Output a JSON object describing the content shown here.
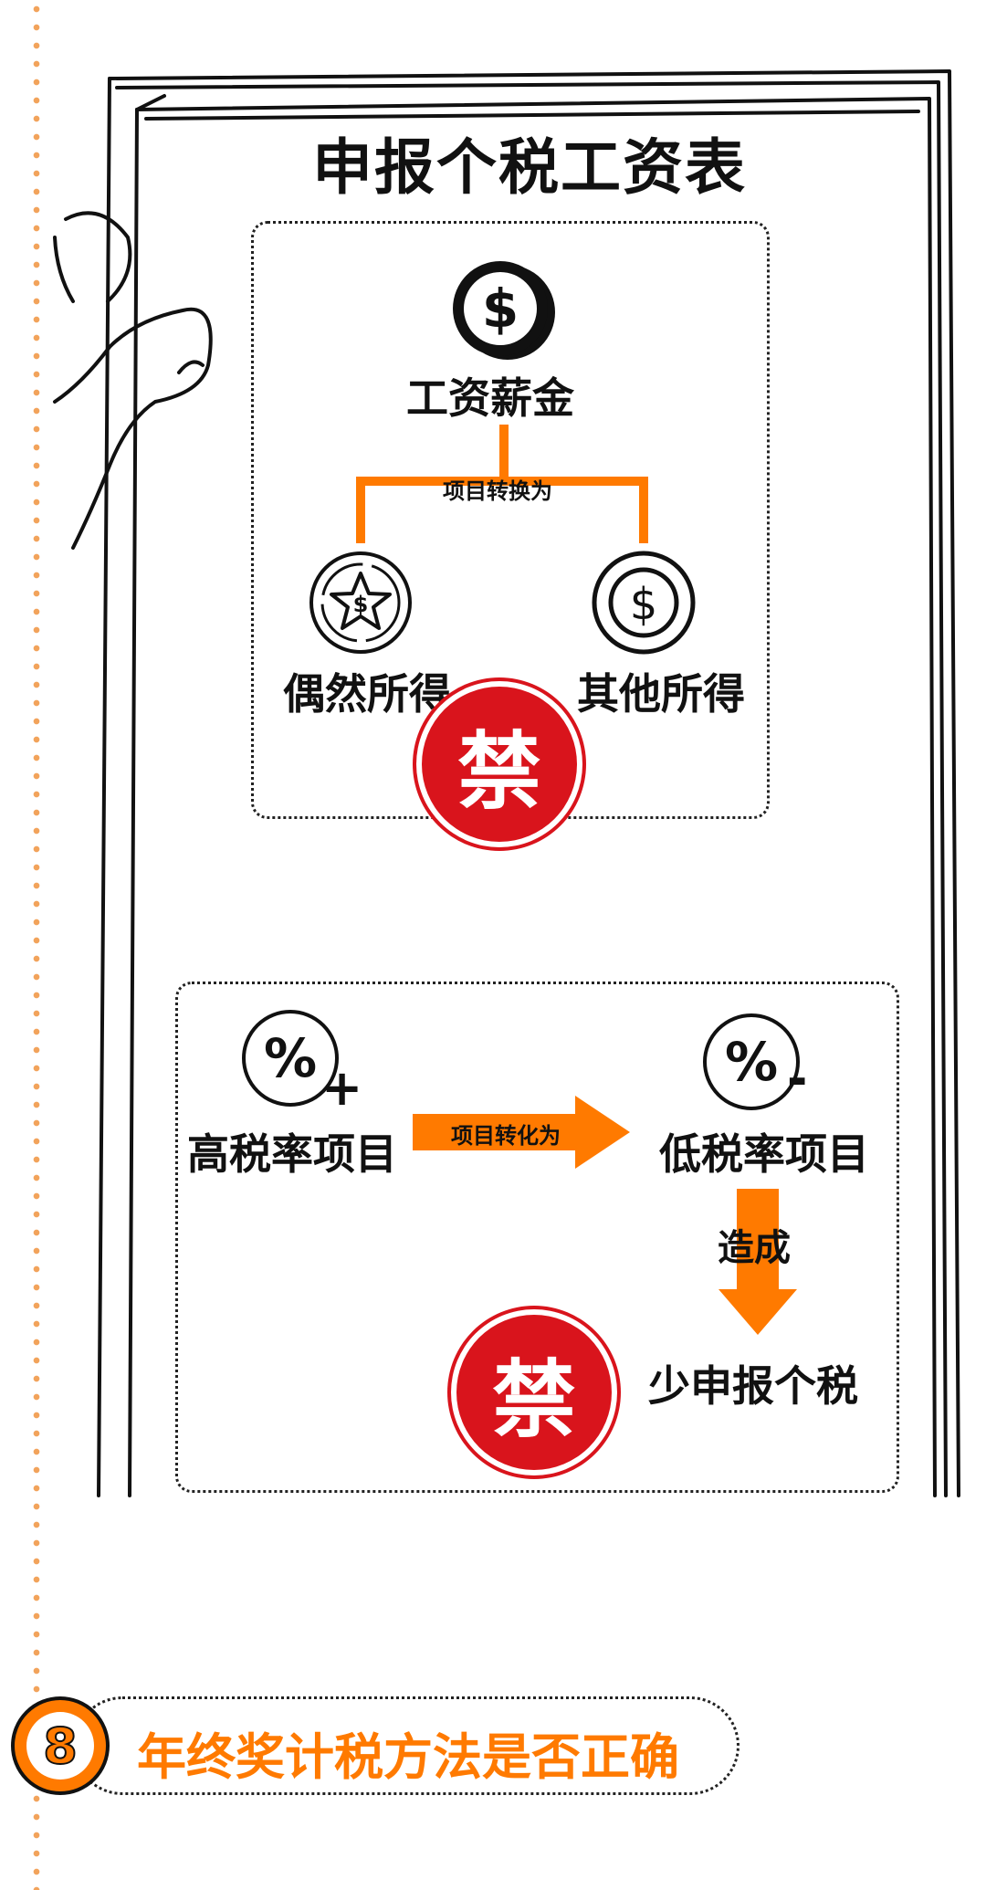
{
  "sheet": {
    "title": "申报个税工资表"
  },
  "diagram1": {
    "top_label": "工资薪金",
    "connector_label": "项目转换为",
    "left_label": "偶然所得",
    "right_label": "其他所得",
    "stamp_text": "禁",
    "top_icon": "dollar-coin-icon",
    "left_icon": "star-dollar-coin-icon",
    "right_icon": "dollar-coin-icon"
  },
  "diagram2": {
    "left_symbol": "%",
    "left_sign": "+",
    "left_label": "高税率项目",
    "arrow_label": "项目转化为",
    "right_symbol": "%",
    "right_sign": "-",
    "right_label": "低税率项目",
    "down_arrow_label": "造成",
    "result_label": "少申报个税",
    "stamp_text": "禁"
  },
  "section": {
    "number": "8",
    "heading": "年终奖计税方法是否正确"
  },
  "colors": {
    "accent": "#ff7a00",
    "stamp": "#d9141c",
    "rail_dots": "#f2a35b"
  }
}
